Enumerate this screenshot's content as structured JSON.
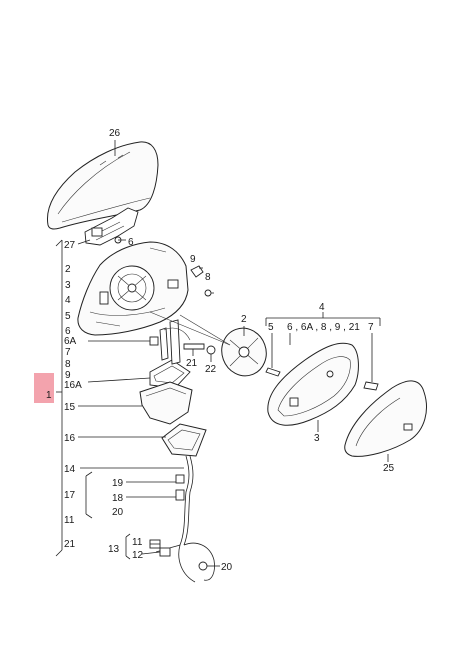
{
  "labels": {
    "p26": "26",
    "p6_top": "6",
    "p27": "27",
    "p9_top": "9",
    "p8_top": "8",
    "p2_left": "2",
    "p3_left": "3",
    "p4_left": "4",
    "p5_left": "5",
    "p6_left": "6",
    "p6A": "6A",
    "p7": "7",
    "p8": "8",
    "p9": "9",
    "p16A": "16A",
    "p15": "15",
    "p16": "16",
    "p14": "14",
    "p19": "19",
    "p17": "17",
    "p18": "18",
    "p20_list": "20",
    "p11_list": "11",
    "p21_list": "21",
    "p11_b": "11",
    "p13": "13",
    "p12": "12",
    "p20_b": "20",
    "p21_mid": "21",
    "p22": "22",
    "p2_mid": "2",
    "p4_right": "4",
    "p5_right": "5",
    "p_group_right": "6 , 6A , 8 , 9 , 21",
    "p7_right": "7",
    "p3_right": "3",
    "p25": "25",
    "p1": "1"
  },
  "colors": {
    "marker": "#f3a3ad",
    "line": "#222222"
  }
}
